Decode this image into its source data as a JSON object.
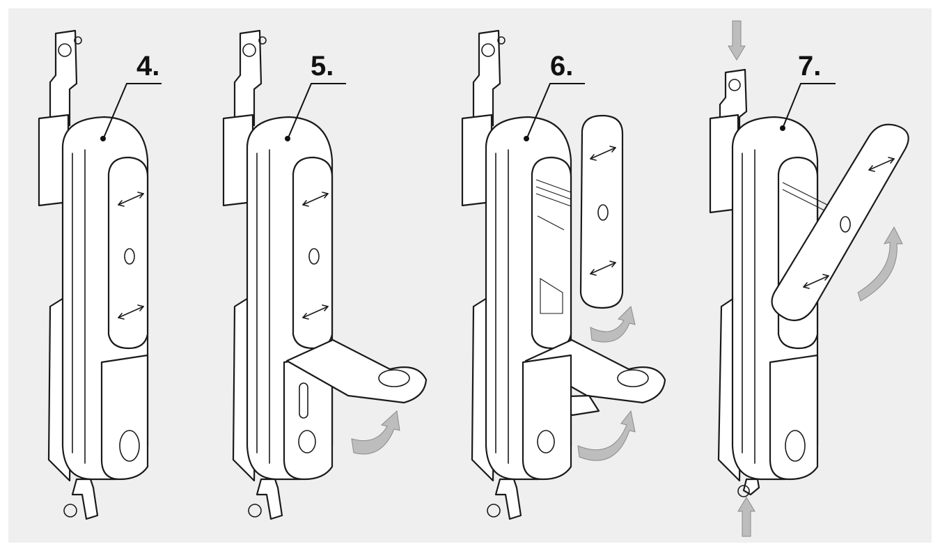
{
  "steps": [
    {
      "label": "4."
    },
    {
      "label": "5."
    },
    {
      "label": "6."
    },
    {
      "label": "7."
    }
  ],
  "colors": {
    "background": "#efefef",
    "outline": "#1a1a1a",
    "motion_arrow": "#bdbdbd"
  }
}
